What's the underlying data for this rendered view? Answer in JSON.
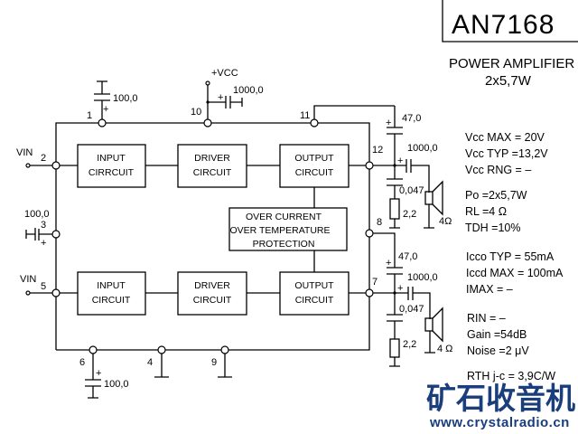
{
  "header": {
    "part_number": "AN7168",
    "description_line1": "POWER AMPLIFIER",
    "description_line2": "2x5,7W"
  },
  "blocks": {
    "input_top_l1": "INPUT",
    "input_top_l2": "CIRRCUIT",
    "driver_top_l1": "DRIVER",
    "driver_top_l2": "CIRCUIT",
    "output_top_l1": "OUTPUT",
    "output_top_l2": "CIRCUIT",
    "protection_l1": "OVER CURRENT",
    "protection_l2": "OVER TEMPERATURE",
    "protection_l3": "PROTECTION",
    "input_bot_l1": "INPUT",
    "input_bot_l2": "CIRCUIT",
    "driver_bot_l1": "DRIVER",
    "driver_bot_l2": "CIRCUIT",
    "output_bot_l1": "OUTPUT",
    "output_bot_l2": "CIRCUIT"
  },
  "pins": {
    "p1": "1",
    "p2": "2",
    "p3": "3",
    "p4": "4",
    "p5": "5",
    "p6": "6",
    "p7": "7",
    "p8": "8",
    "p9": "9",
    "p10": "10",
    "p11": "11",
    "p12": "12"
  },
  "signals": {
    "vin_top": "VIN",
    "vin_bot": "VIN",
    "vcc": "+VCC"
  },
  "components": {
    "c_pin1": "100,0",
    "c_vcc": "1000,0",
    "c_pin3": "100,0",
    "c_pin6": "100,0",
    "c_boot_top": "47,0",
    "c_out_top": "1000,0",
    "c_zob_top": "0,047",
    "r_zob_top": "2,2",
    "spk_top": "4Ω",
    "c_boot_bot": "47,0",
    "c_out_bot": "1000,0",
    "c_zob_bot": "0,047",
    "r_zob_bot": "2,2",
    "spk_bot": "4 Ω",
    "plus": "+"
  },
  "specs": [
    "Vcc MAX = 20V",
    "Vcc TYP  =13,2V",
    "Vcc RNG = –",
    "Po  =2x5,7W",
    "RL  =4 Ω",
    "TDH =10%",
    "Icco TYP = 55mA",
    "Iccd MAX = 100mA",
    "IMAX  =  –",
    "RIN  =  –",
    "Gain  =54dB",
    "Noise =2 μV",
    "RTH j-c = 3,9C/W"
  ],
  "watermark": {
    "logo_text": "矿石收音机",
    "url": "www.crystalradio.cn",
    "color": "#1a3d7c"
  }
}
